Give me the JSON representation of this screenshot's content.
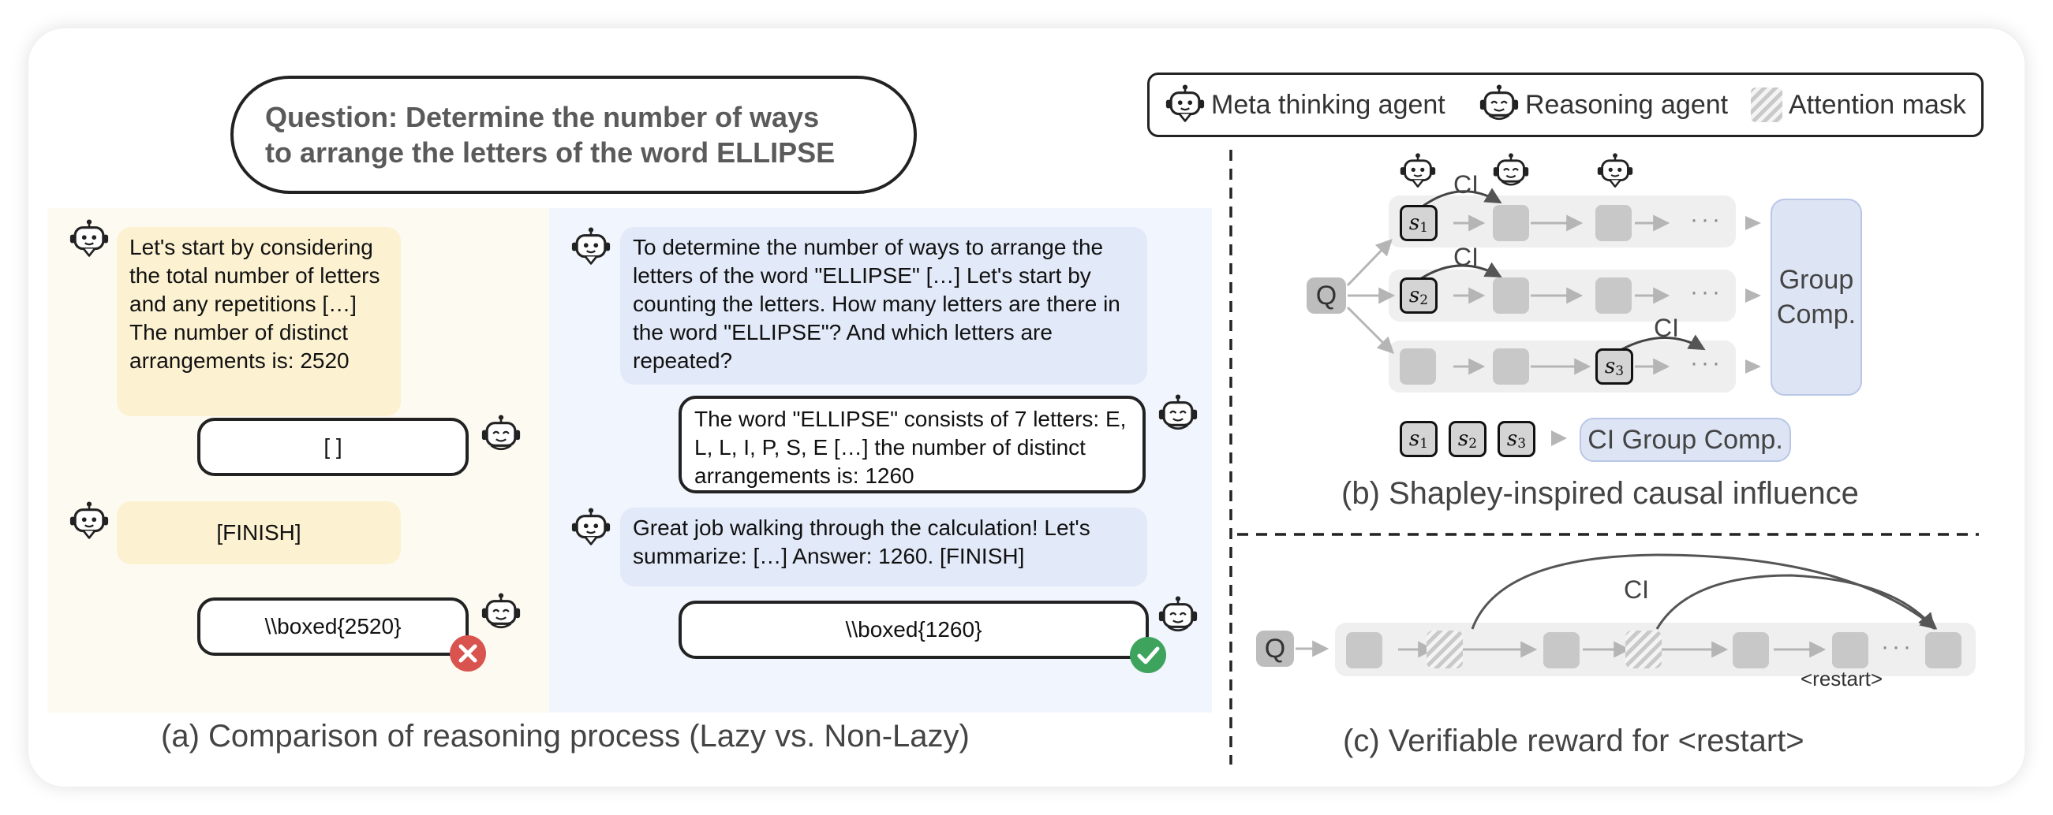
{
  "question": {
    "line1": "Question: Determine the number of ways",
    "line2": "to arrange the letters of the word ELLIPSE"
  },
  "lazy": {
    "meta1": "Let's start by considering the total number of letters and any repetitions […] The number of distinct arrangements is: 2520",
    "reason1": "[ ]",
    "meta2": "[FINISH]",
    "answer": "\\\\boxed{2520}"
  },
  "nonlazy": {
    "meta1": "To determine the number of ways to arrange the letters of the word \"ELLIPSE\" […] Let's start by counting the letters. How many letters are there in the word \"ELLIPSE\"? And which letters are repeated?",
    "reason1": "The word \"ELLIPSE\" consists of 7 letters: E, L, L, I, P, S, E […] the number of distinct arrangements is: 1260",
    "meta2": "Great job walking through the calculation! Let's summarize: […] Answer: 1260. [FINISH]",
    "answer": "\\\\boxed{1260}"
  },
  "captions": {
    "a": "(a) Comparison of reasoning process (Lazy vs. Non-Lazy)",
    "b": "(b) Shapley-inspired causal influence",
    "c": "(c) Verifiable reward for <restart>"
  },
  "legend": {
    "meta": "Meta thinking agent",
    "reasoning": "Reasoning agent",
    "mask": "Attention mask"
  },
  "panel_b": {
    "q": "Q",
    "ci": "CI",
    "s": "s",
    "group_comp_line1": "Group",
    "group_comp_line2": "Comp.",
    "ci_group_comp": "CI Group Comp.",
    "subs": [
      "1",
      "2",
      "3"
    ]
  },
  "panel_c": {
    "q": "Q",
    "ci": "CI",
    "restart": "<restart>"
  },
  "colors": {
    "wrong": "#d9534f",
    "correct": "#3da35d",
    "meta_yellow": "#fcf2d2",
    "meta_blue": "#e2e9f8",
    "group_comp": "#dde5f5"
  },
  "icons": [
    "robot-meta-icon",
    "robot-reasoning-icon",
    "attention-mask-icon",
    "cross-icon",
    "check-icon"
  ]
}
